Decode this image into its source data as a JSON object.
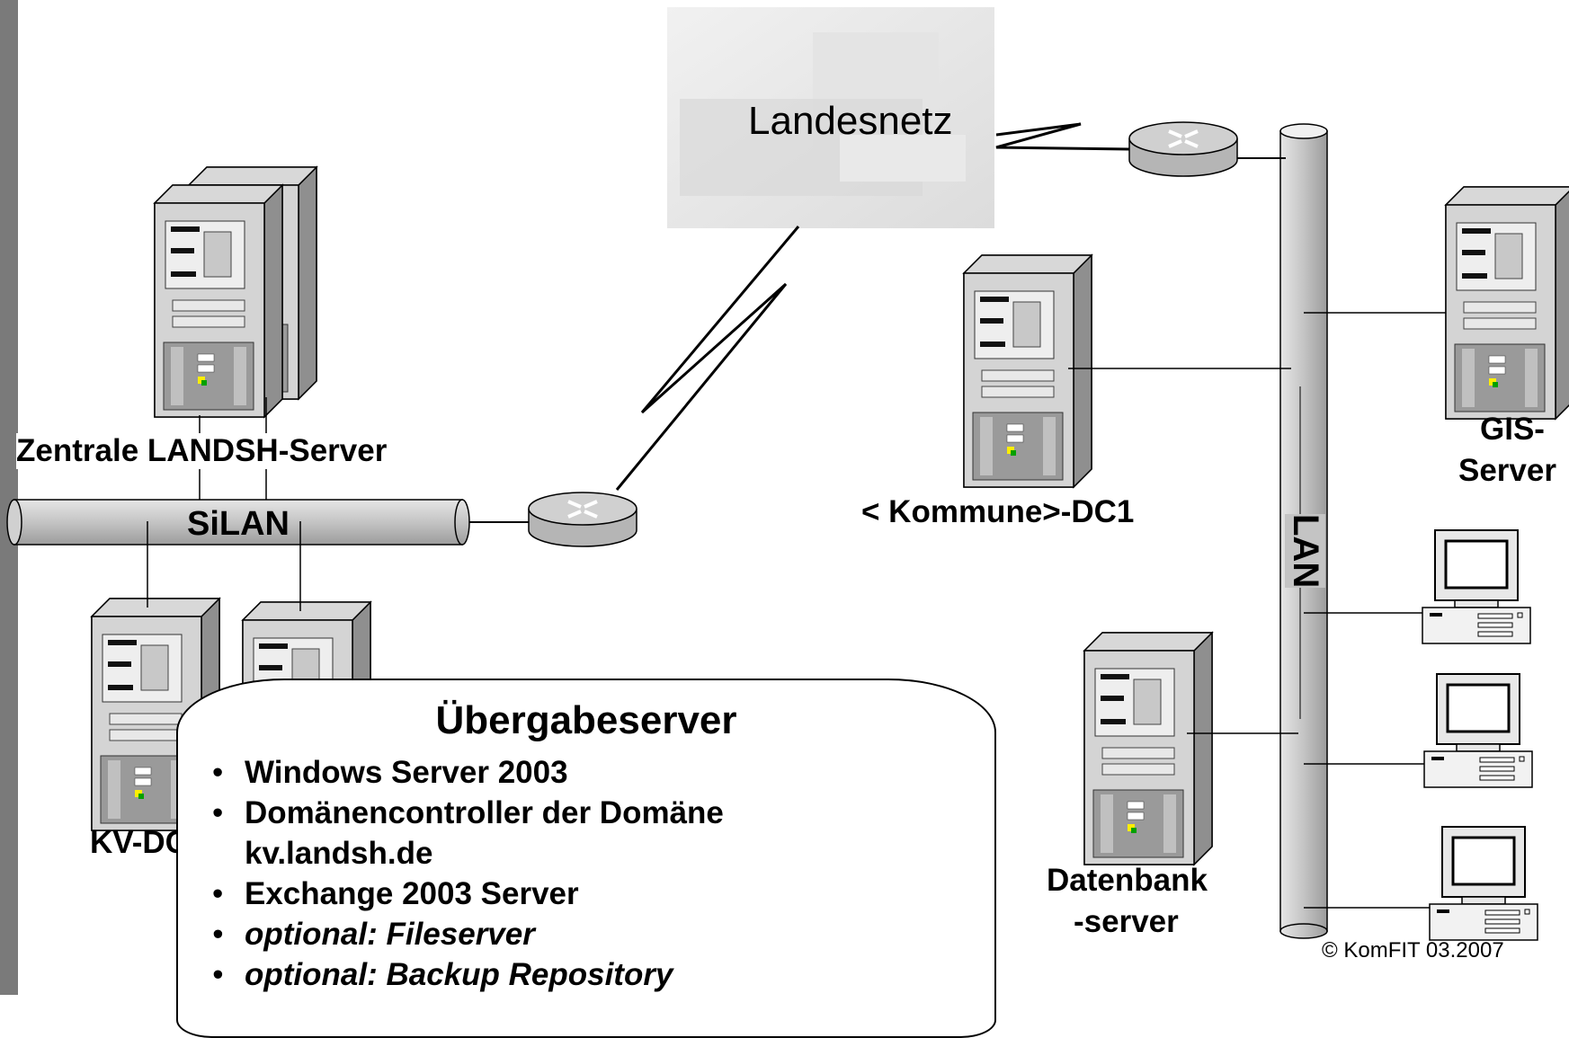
{
  "cloud": {
    "label": "Landesnetz"
  },
  "nodes": {
    "central_servers": "Zentrale LANDSH-Server",
    "silan": "SiLAN",
    "kv_dc": "KV-DC",
    "kommune_dc": "< Kommune>-DC1",
    "lan": "LAN",
    "gis_server_line1": "GIS-",
    "gis_server_line2": "Server",
    "datenbank_line1": "Datenbank",
    "datenbank_line2": "-server"
  },
  "callout": {
    "title": "Übergabeserver",
    "items": [
      {
        "text": "Windows Server 2003",
        "italic": false
      },
      {
        "text": "Domänencontroller der Domäne",
        "italic": false
      },
      {
        "text": "kv.landsh.de",
        "italic": false,
        "continuation": true
      },
      {
        "text": "Exchange 2003 Server",
        "italic": false
      },
      {
        "text": "optional: Fileserver",
        "italic": true
      },
      {
        "text": "optional: Backup Repository",
        "italic": true
      }
    ]
  },
  "copyright": "© KomFIT 03.2007"
}
